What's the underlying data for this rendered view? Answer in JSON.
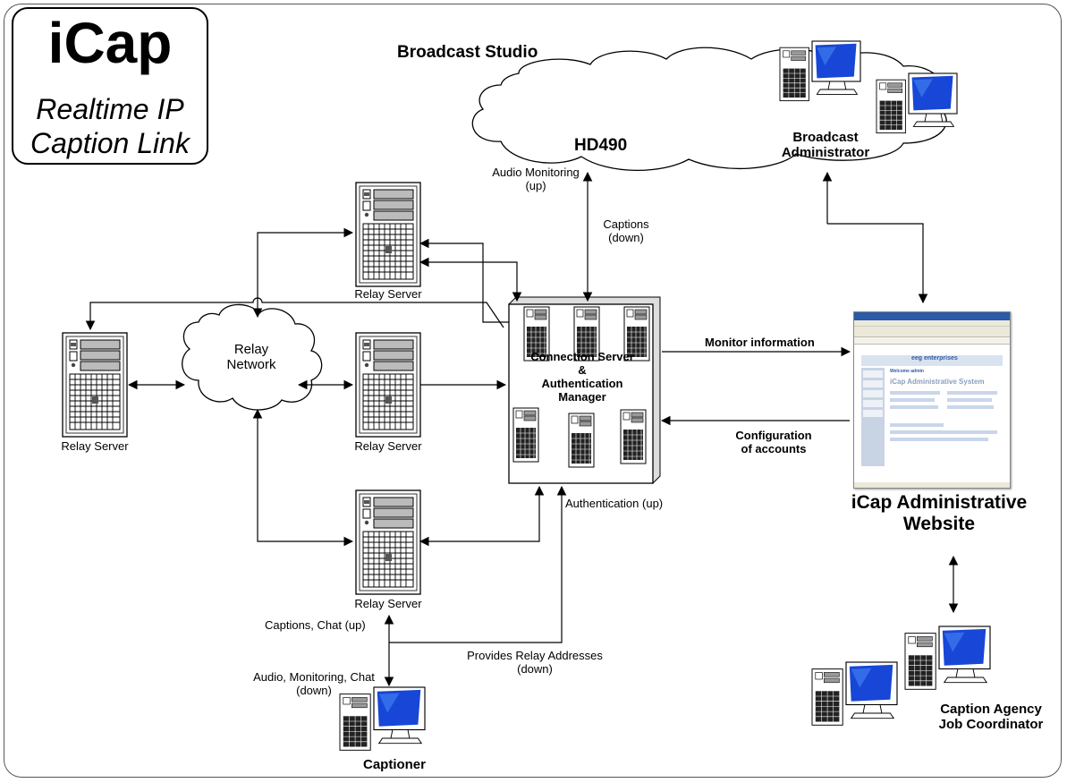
{
  "title": {
    "main": "iCap",
    "line1": "Realtime IP",
    "line2": "Caption Link"
  },
  "nodes": {
    "broadcast_studio": "Broadcast Studio",
    "hd490": "HD490",
    "broadcast_admin": [
      "Broadcast",
      "Administrator"
    ],
    "relay_server": "Relay Server",
    "relay_network": [
      "Relay",
      "Network"
    ],
    "connection_server": [
      "Connection Server",
      "&",
      "Authentication",
      "Manager"
    ],
    "admin_website": [
      "iCap Administrative",
      "Website"
    ],
    "captioner": "Captioner",
    "job_coordinator": [
      "Caption Agency",
      "Job Coordinator"
    ]
  },
  "edges": {
    "audio_monitoring": [
      "Audio Monitoring",
      "(up)"
    ],
    "captions_down": [
      "Captions",
      "(down)"
    ],
    "monitor_information": "Monitor information",
    "configuration": [
      "Configuration",
      "of accounts"
    ],
    "authentication": "Authentication (up)",
    "provides_relay": [
      "Provides Relay Addresses",
      "(down)"
    ],
    "captions_chat_up": "Captions, Chat (up)",
    "audio_monitoring_chat": [
      "Audio, Monitoring, Chat",
      "(down)"
    ]
  },
  "website": {
    "logo": "eeg enterprises",
    "welcome": "Welcome admin",
    "heading": "iCap Administrative System"
  },
  "colors": {
    "screen": "#1846d6",
    "screen_hi": "#3f7cf0",
    "line": "#000000"
  }
}
